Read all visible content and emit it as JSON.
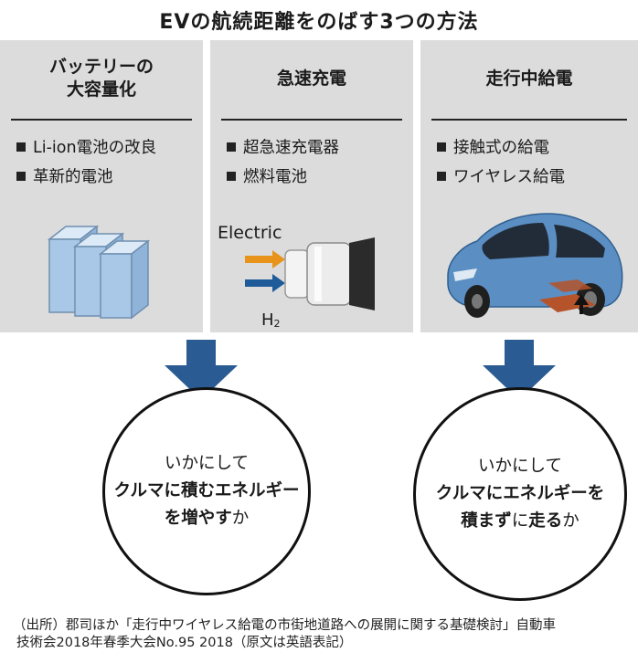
{
  "title": "EVの航続距離をのばす3つの方法",
  "panels": [
    {
      "heading_line1": "バッテリーの",
      "heading_line2": "大容量化",
      "bullets": [
        "Li-ion電池の改良",
        "革新的電池"
      ],
      "icon": "battery-cells-icon"
    },
    {
      "heading_line1": "急速充電",
      "bullets": [
        "超急速充電器",
        "燃料電池"
      ],
      "icon": "charging-plug-icon",
      "arrow_label_top": "Electric",
      "arrow_label_bottom": "H",
      "arrow_label_bottom_sub": "2",
      "arrow_colors": {
        "electric": "#e8941a",
        "hydrogen": "#1f5b99"
      }
    },
    {
      "heading_line1": "走行中給電",
      "bullets": [
        "接触式の給電",
        "ワイヤレス給電"
      ],
      "icon": "car-wireless-charging-icon"
    }
  ],
  "circles": [
    {
      "line1": "いかにして",
      "line2_bold": "クルマに積むエネルギー",
      "line3_bold": "を増やす",
      "line3_normal": "か"
    },
    {
      "line1": "いかにして",
      "line2_bold": "クルマにエネルギーを",
      "line3_bold_a": "積まず",
      "line3_normal_a": "に",
      "line3_bold_b": "走る",
      "line3_normal_b": "か"
    }
  ],
  "source_line1": "（出所）郡司ほか「走行中ワイヤレス給電の市街地道路への展開に関する基礎検討」自動車",
  "source_line2": "技術会2018年春季大会No.95 2018（原文は英語表記）",
  "colors": {
    "panel_bg": "#dcdcdc",
    "down_arrow": "#2a5c93",
    "battery": "#a9c8e8",
    "car": "#5b8fc4"
  }
}
